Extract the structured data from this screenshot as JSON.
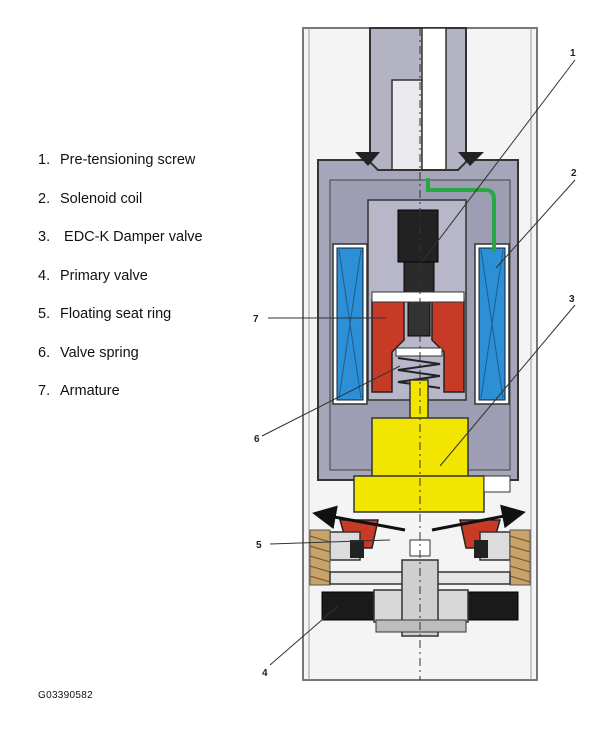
{
  "legend": [
    {
      "num": "1.",
      "label": "Pre-tensioning screw"
    },
    {
      "num": "2.",
      "label": "Solenoid coil"
    },
    {
      "num": "3.",
      "label": " EDC-K Damper valve"
    },
    {
      "num": "4.",
      "label": "Primary valve"
    },
    {
      "num": "5.",
      "label": "Floating seat ring"
    },
    {
      "num": "6.",
      "label": "Valve spring"
    },
    {
      "num": "7.",
      "label": "Armature"
    }
  ],
  "callouts": [
    "1",
    "2",
    "3",
    "4",
    "5",
    "6",
    "7"
  ],
  "figure_code": "G03390582",
  "colors": {
    "housing": "#a6a6ba",
    "housing_dark": "#8c8ca2",
    "coil": "#2d8fd6",
    "armature": "#c63a26",
    "valve": "#f2e600",
    "screw": "#222222",
    "wire": "#27a844",
    "tube": "#e8e8e8"
  }
}
